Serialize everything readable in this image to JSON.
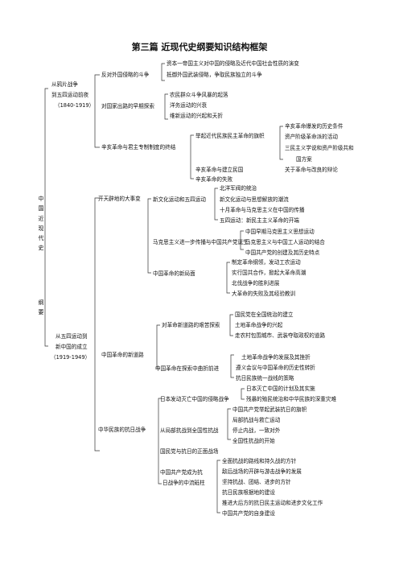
{
  "title": "第三篇  近现代史纲要知识结构框架",
  "root": {
    "line1": "中国近现代史",
    "line2": "纲要"
  },
  "eras": [
    {
      "name_lines": [
        "从鸦片战争",
        "到五四运动前夜",
        "（1840-1919）"
      ],
      "branches": [
        {
          "label": "反对外国侵略的斗争",
          "items": [
            "资本一帝国主义对中国的侵略及近代中国社会性质的演变",
            "抵御外国武装侵略，争取民族独立的斗争"
          ]
        },
        {
          "label": "对国家出路的早期探索",
          "items": [
            "农民群众斗争风暴的起落",
            "洋务运动的兴衰",
            "维新运动的兴起和夭折"
          ]
        },
        {
          "label": "辛亥革命与君主专制制度的终结",
          "subs": [
            {
              "label": "举起近代民族民主革命的旗帜",
              "items": [
                "辛亥革命爆发的历史条件",
                "资产阶级革命派的活动",
                "三民主义学说和资产阶级共和",
                "国方案"
              ]
            },
            {
              "label": "辛亥革命与建立民国",
              "items": [
                "关于革命与改良的辩论"
              ]
            }
          ],
          "tail": "辛亥革命的失败"
        }
      ]
    },
    {
      "name_lines": [
        "从五四运动到",
        "新中国的成立",
        "（1919-1949）"
      ],
      "branches": [
        {
          "label": "开天辟地的大事变",
          "subs": [
            {
              "label": "新文化运动和五四运动",
              "items": [
                "北洋军阀的统治",
                "新文化运动与思想解放的潮流",
                "十月革命与马克思主义在中国的传播",
                "五四运动：新民主主义革命的开端"
              ]
            },
            {
              "label": "马克思主义进一步传播与中国共产党诞生",
              "items": [
                "中国早期马克思主义思想运动",
                "马克思主义与中国工人运动的结合",
                "中国共产党的创建及其历史特点"
              ]
            },
            {
              "label": "中国革命的新局面",
              "items": [
                "制定革命纲领，发动工农运动",
                "实行国共合作，掀起大革命高潮",
                "北伐战争的胜利进展",
                "大革命的失败及其经验教训"
              ]
            }
          ]
        },
        {
          "label": "中国革命的新道路",
          "subs": [
            {
              "label": "对革命新道路的艰苦探索",
              "items": [
                "国民党在全国统治的建立",
                "土地革命战争的兴起",
                "走农村包围城市、武装夺取政权的道路"
              ]
            },
            {
              "label": "中国革命在探索中曲折前进",
              "items": [
                "土地革命战争的发展及其挫折",
                "遵义会议与中国革命的历史性转折",
                "抗日民族统一战线的策略"
              ]
            }
          ]
        },
        {
          "label": "中华民族的抗日战争",
          "subs": [
            {
              "label": "日本发动灭亡中国的侵略战争",
              "items": [
                "日本灭亡中国的计划及其实施",
                "残暴的殖民统治和中华民族的深重灾难"
              ]
            },
            {
              "label": "从局部抗战到全国性抗战",
              "items": [
                "中国共产党举起武装抗日的旗帜",
                "局部抗战与救亡运动",
                "停止内战，一致对外",
                "全国性抗战的开始"
              ]
            },
            {
              "label": "国民党与抗日的正面战场",
              "items": []
            },
            {
              "label_lines": [
                "中国共产党成为抗",
                "日战争的中流砥柱"
              ],
              "items": [
                "全面抗战的路线和持久战的方针",
                "敌后战场的开辟与游击战争的发展",
                "坚持抗战、团结、进步的方针",
                "抗日民族根据地的建设",
                "推进大后方的抗日民主运动和进步文化工作",
                "中国共产党的自身建设"
              ]
            }
          ]
        }
      ]
    }
  ]
}
